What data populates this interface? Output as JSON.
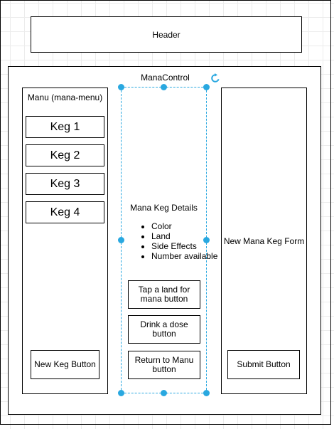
{
  "header": {
    "label": "Header"
  },
  "mana_control": {
    "title": "ManaControl"
  },
  "menu": {
    "title": "Manu (mana-menu)",
    "kegs": [
      "Keg 1",
      "Keg 2",
      "Keg 3",
      "Keg 4"
    ],
    "new_keg_button": "New Keg Button"
  },
  "details": {
    "title": "Mana Keg Details",
    "items": [
      "Color",
      "Land",
      "Side Effects",
      "Number available"
    ],
    "tap_button": "Tap a land for mana button",
    "drink_button": "Drink a dose button",
    "return_button": "Return to Manu button"
  },
  "form": {
    "title": "New Mana Keg Form",
    "submit_button": "Submit Button"
  },
  "colors": {
    "selection": "#29a8e0",
    "stroke": "#000000",
    "grid": "#ececec"
  },
  "icons": {
    "selection_handle": "handle-dot",
    "rotate": "rotate-icon"
  }
}
